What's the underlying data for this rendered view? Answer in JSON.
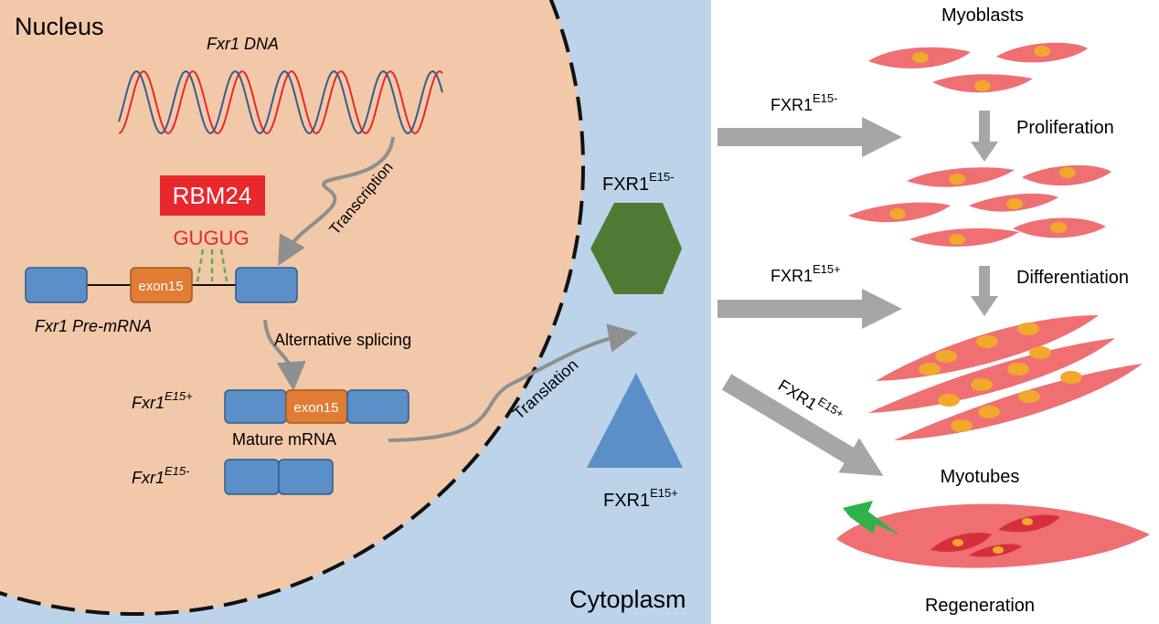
{
  "regions": {
    "nucleus": "Nucleus",
    "cytoplasm": "Cytoplasm"
  },
  "nucleus": {
    "dna_label": "Fxr1 DNA",
    "rbm24": "RBM24",
    "motif": "GUGUG",
    "exon": "exon15",
    "premrna_label": "Fxr1 Pre-mRNA",
    "transcription": "Transcription",
    "alt_splicing": "Alternative splicing",
    "isoform_plus": {
      "base": "Fxr1",
      "sup": "E15+"
    },
    "isoform_minus": {
      "base": "Fxr1",
      "sup": "E15-"
    },
    "mature_mrna": "Mature mRNA"
  },
  "cytoplasm_panel": {
    "translation": "Translation",
    "protein_minus": {
      "base": "FXR1",
      "sup": "E15-"
    },
    "protein_plus": {
      "base": "FXR1",
      "sup": "E15+"
    }
  },
  "cells": {
    "myoblasts": "Myoblasts",
    "proliferation": "Proliferation",
    "differentiation": "Differentiation",
    "myotubes": "Myotubes",
    "regeneration": "Regeneration",
    "arrow_minus": {
      "base": "FXR1",
      "sup": "E15-"
    },
    "arrow_plus": {
      "base": "FXR1",
      "sup": "E15+"
    },
    "arrow_diag": {
      "base": "FXR1",
      "sup": "E15+"
    }
  },
  "colors": {
    "nucleus_fill": "#f1c9a9",
    "cytoplasm_fill": "#bcd3e9",
    "cell_fill": "#ef6f73",
    "cell_nucleus": "#f0a82d",
    "exon_blue": "#5b8fc7",
    "exon_orange": "#e07c34",
    "hexagon": "#4f7a34",
    "triangle": "#5b8fc7",
    "rbm24_box": "#e8282c",
    "motif_text": "#e8282c",
    "arrow_gray": "#a6a6a6",
    "lightning": "#2fb24a"
  }
}
